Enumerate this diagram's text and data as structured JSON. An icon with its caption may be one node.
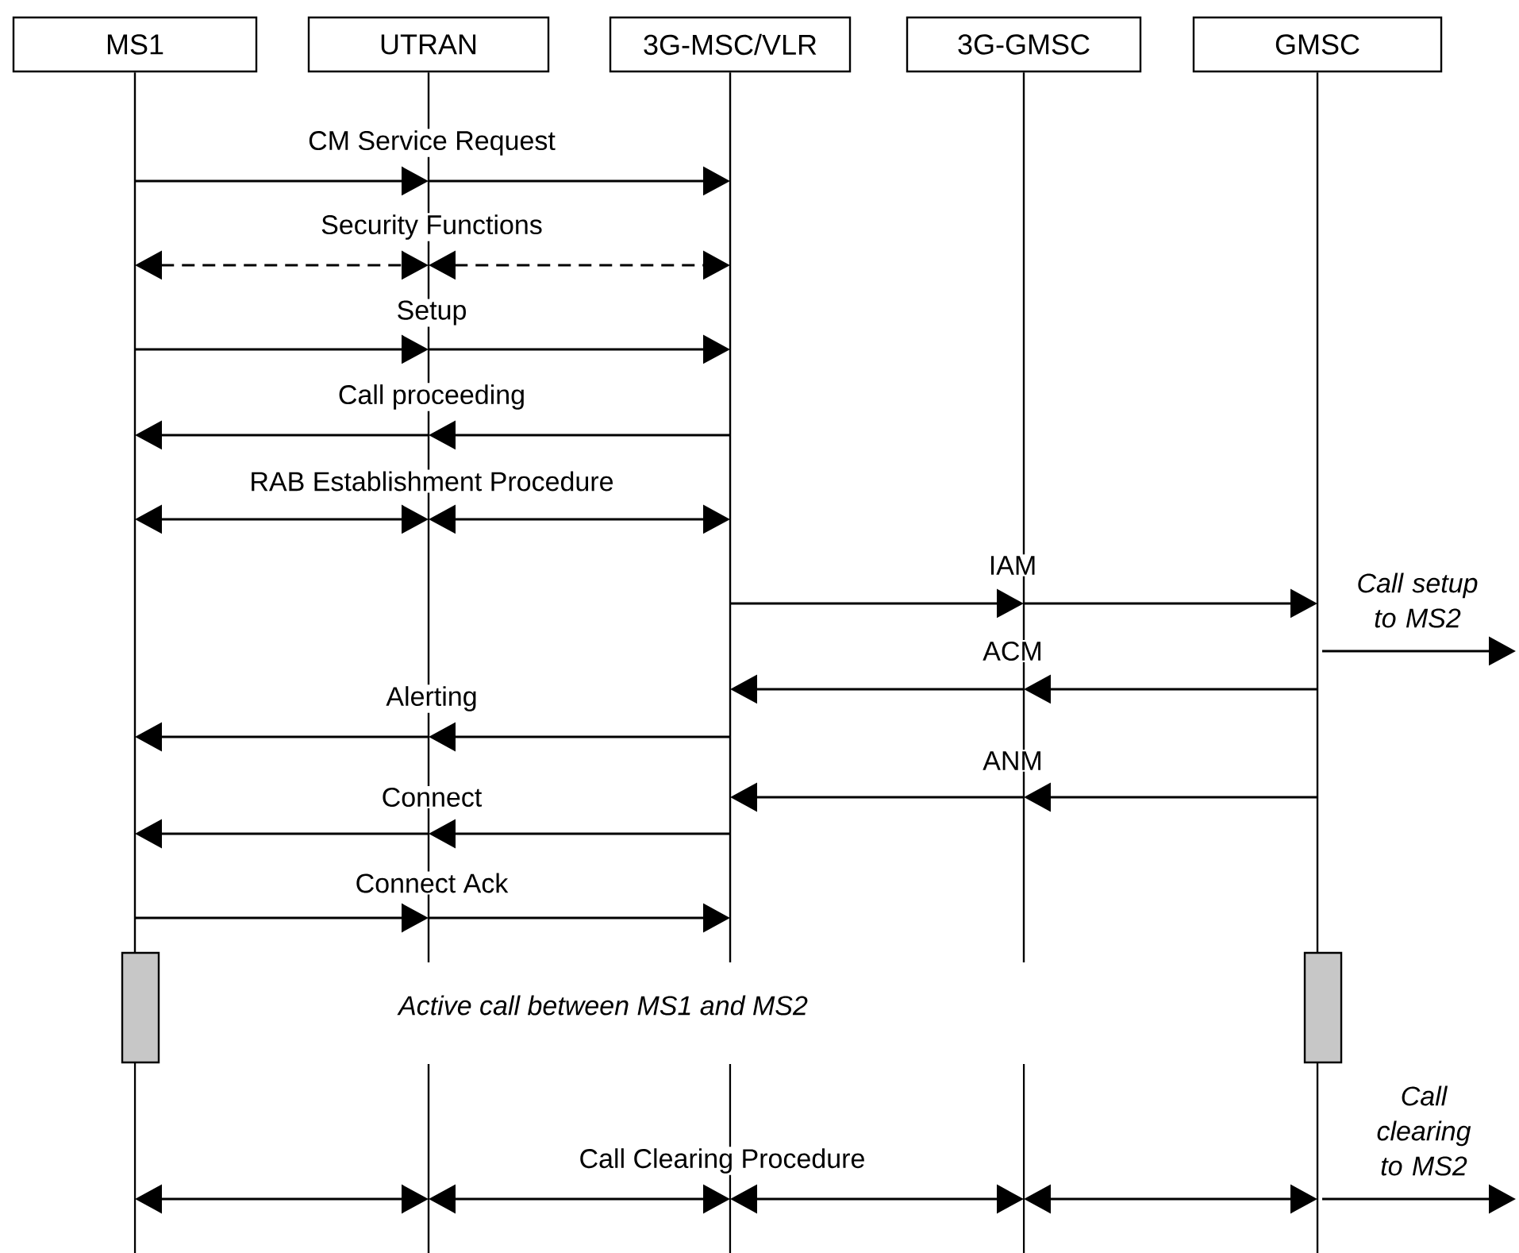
{
  "diagram": {
    "nodes": [
      {
        "text": [
          "MS1"
        ]
      },
      {
        "text": [
          "UTRAN"
        ]
      },
      {
        "text": [
          "3G-MSC/VLR"
        ]
      },
      {
        "text": [
          "3G-GMSC"
        ]
      },
      {
        "text": [
          "GMSC"
        ]
      }
    ],
    "edges": [
      {
        "from": 0,
        "to": 1,
        "arrow": "to",
        "label": "CM Service Request"
      },
      {
        "from": 1,
        "to": 2,
        "arrow": "to"
      },
      {
        "from": 0,
        "to": 1,
        "arrow": "both",
        "style": "dashed",
        "label": "Security Functions"
      },
      {
        "from": 1,
        "to": 2,
        "arrow": "both",
        "style": "dashed"
      },
      {
        "from": 0,
        "to": 1,
        "arrow": "to",
        "label": "Setup"
      },
      {
        "from": 1,
        "to": 2,
        "arrow": "to"
      },
      {
        "from": 2,
        "to": 1,
        "arrow": "to",
        "label": "Call proceeding"
      },
      {
        "from": 1,
        "to": 0,
        "arrow": "to"
      },
      {
        "from": 0,
        "to": 1,
        "arrow": "both",
        "label": "RAB Establishment Procedure"
      },
      {
        "from": 1,
        "to": 2,
        "arrow": "both"
      },
      {
        "from": 2,
        "to": 3,
        "arrow": "to",
        "label": "IAM"
      },
      {
        "from": 3,
        "to": 4,
        "arrow": "to"
      },
      {
        "from": 4,
        "to": null,
        "arrow": "to",
        "label": "Call setup to MS2"
      },
      {
        "from": 4,
        "to": 3,
        "arrow": "to",
        "label": "ACM"
      },
      {
        "from": 3,
        "to": 2,
        "arrow": "to"
      },
      {
        "from": 2,
        "to": 1,
        "arrow": "to",
        "label": "Alerting"
      },
      {
        "from": 1,
        "to": 0,
        "arrow": "to"
      },
      {
        "from": 4,
        "to": 3,
        "arrow": "to",
        "label": "ANM"
      },
      {
        "from": 3,
        "to": 2,
        "arrow": "to"
      },
      {
        "from": 2,
        "to": 1,
        "arrow": "to",
        "label": "Connect"
      },
      {
        "from": 1,
        "to": 0,
        "arrow": "to"
      },
      {
        "from": 0,
        "to": 1,
        "arrow": "to",
        "label": "Connect Ack"
      },
      {
        "from": 1,
        "to": 2,
        "arrow": "to"
      },
      {
        "from": 0,
        "to": 1,
        "arrow": "both"
      },
      {
        "from": 1,
        "to": 2,
        "arrow": "both",
        "label": "Call Clearing Procedure"
      },
      {
        "from": 2,
        "to": 3,
        "arrow": "both"
      },
      {
        "from": 3,
        "to": 4,
        "arrow": "both"
      },
      {
        "from": 4,
        "to": null,
        "arrow": "to",
        "label": "Call clearing to MS2"
      }
    ],
    "labels": [
      "Active call between MS1 and MS2"
    ]
  }
}
